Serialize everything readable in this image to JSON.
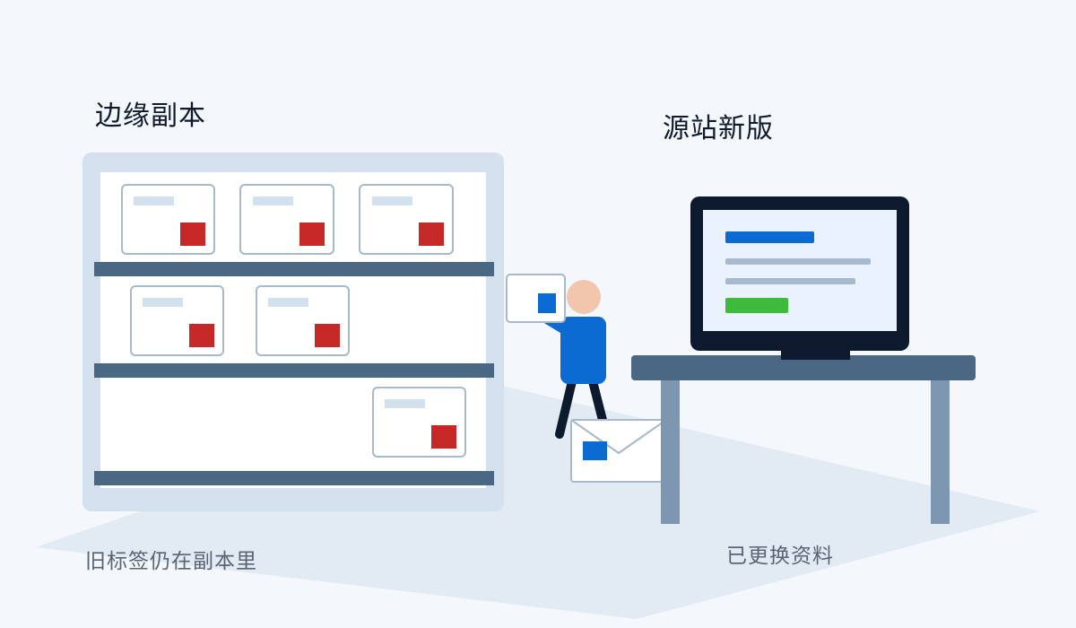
{
  "headings": {
    "edge_replica": "边缘副本",
    "origin_new_version": "源站新版"
  },
  "captions": {
    "old_labels_remain": "旧标签仍在副本里",
    "content_replaced": "已更换资料"
  },
  "icons": {
    "shelf": "shelf-icon",
    "package": "package-icon",
    "worker": "worker-icon",
    "envelope": "envelope-icon",
    "monitor": "monitor-icon",
    "desk": "desk-icon"
  },
  "colors": {
    "background": "#f4f8fd",
    "floor": "#e2eaf4",
    "shelf_frame": "#d3e1ee",
    "shelf_board": "#4a6784",
    "old_tag": "#c62828",
    "new_tag": "#0b6bd3",
    "ok_bar": "#3dbb3d",
    "monitor_frame": "#0d1a2e"
  }
}
